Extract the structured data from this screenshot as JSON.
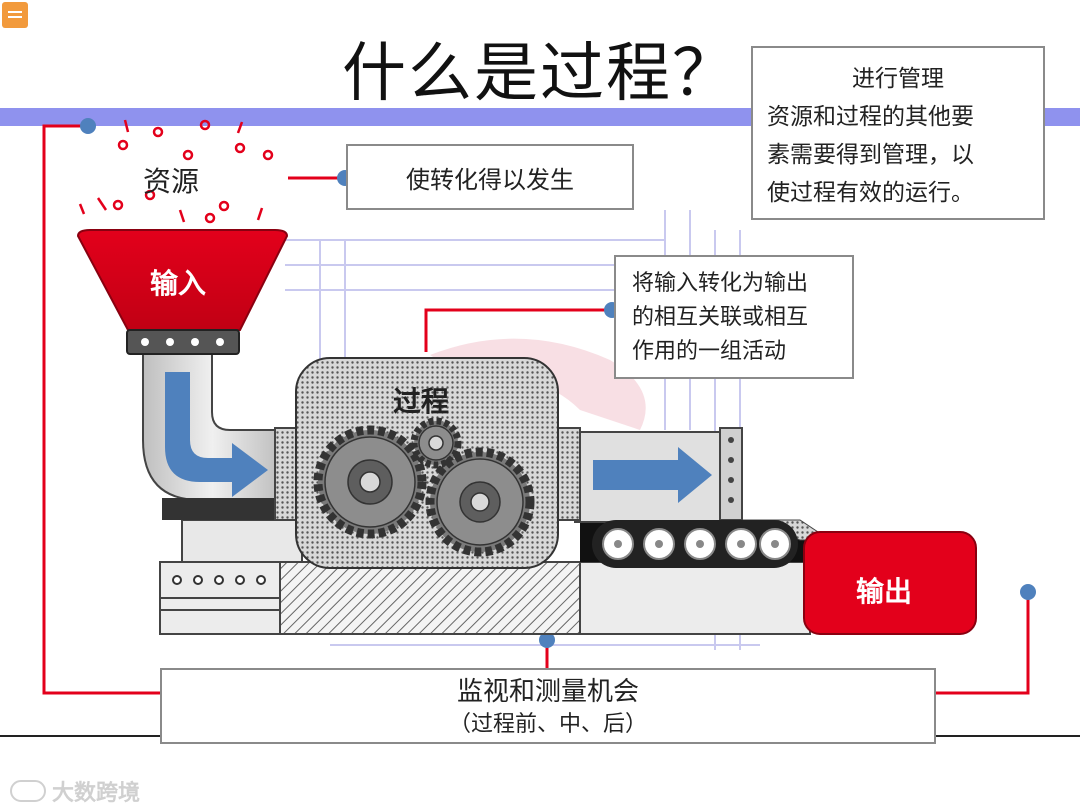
{
  "title": "什么是过程？",
  "management_box": {
    "line1": "进行管理",
    "line2": "资源和过程的其他要",
    "line3": "素需要得到管理，以",
    "line4": "使过程有效的运行。"
  },
  "resources_label": "资源",
  "enable_box": "使转化得以发生",
  "input_label": "输入",
  "activities_box": {
    "line1": "将输入转化为输出",
    "line2": "的相互关联或相互",
    "line3": "作用的一组活动"
  },
  "process_label": "过程",
  "output_label": "输出",
  "monitor_box": {
    "line1": "监视和测量机会",
    "line2": "（过程前、中、后）"
  },
  "watermark": "大数跨境",
  "colors": {
    "accent_red": "#e3001b",
    "band_blue": "#8f92ee",
    "dot_blue": "#4f81bd",
    "arrow_blue": "#4f81bd"
  }
}
